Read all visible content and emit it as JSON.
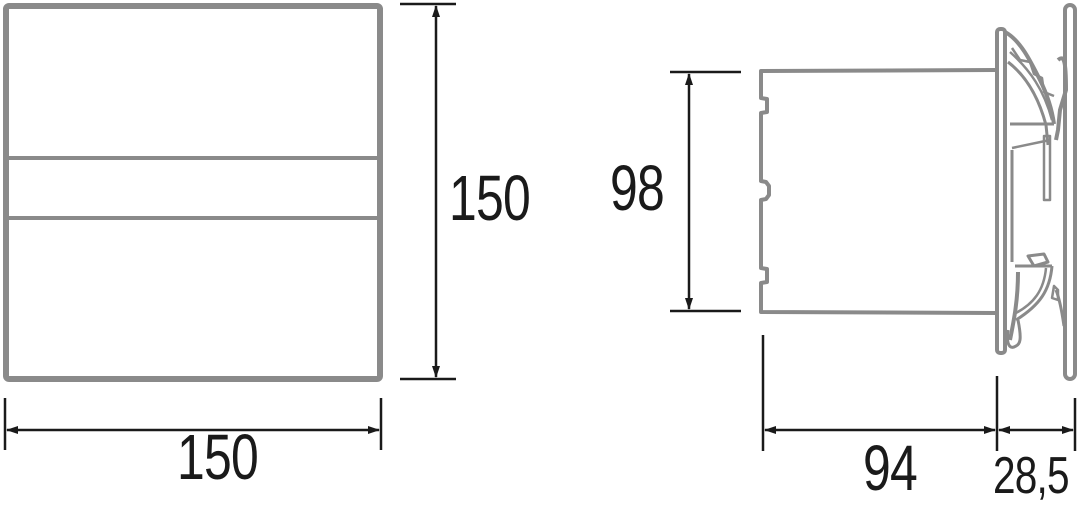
{
  "drawing": {
    "type": "technical dimension drawing",
    "units": "mm",
    "views": [
      {
        "name": "front-view",
        "description": "Square front panel with horizontal center band",
        "dimensions": {
          "width": "150",
          "height": "150"
        }
      },
      {
        "name": "side-view",
        "description": "Side profile showing duct body, mounting flange and front cover",
        "dimensions": {
          "duct_diameter": "98",
          "body_depth": "94",
          "flange_depth": "28,5"
        }
      }
    ]
  },
  "labels": {
    "front_width": "150",
    "front_height": "150",
    "side_height": "98",
    "side_depth": "94",
    "flange_depth": "28,5"
  },
  "colors": {
    "outline": "#8a8a8a",
    "dimension_line": "#1a1a1a",
    "background": "#ffffff"
  }
}
